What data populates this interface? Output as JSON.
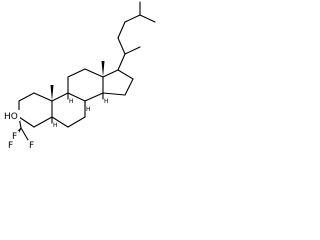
{
  "molecule": {
    "labels": {
      "hydroxyl": "HO",
      "fluorine_1": "F",
      "fluorine_2": "F",
      "fluorine_3": "F"
    },
    "stereo_labels": {
      "h8": "H",
      "h9": "H",
      "h14": "H",
      "h5": "H"
    },
    "colors": {
      "bond": "#000000",
      "background": "#ffffff"
    }
  }
}
